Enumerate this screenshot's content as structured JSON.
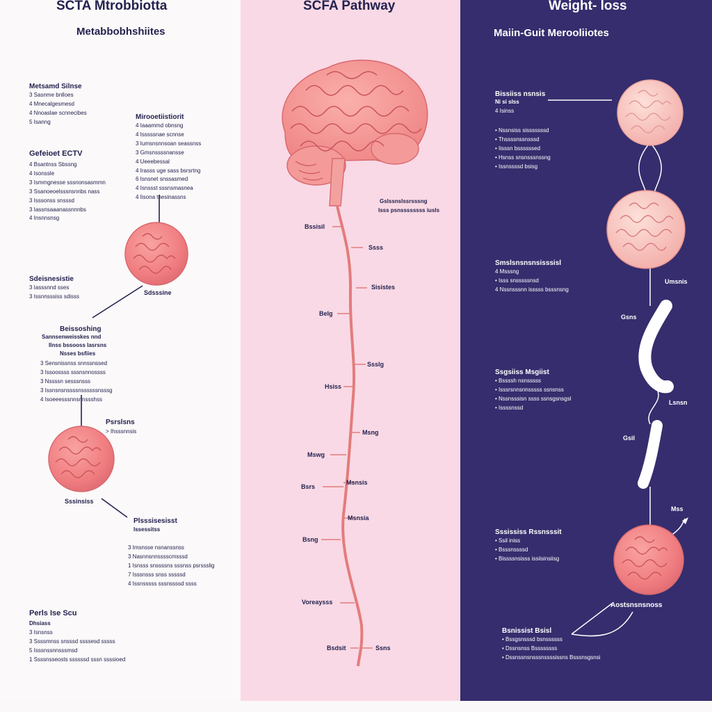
{
  "colors": {
    "left_bg": "#fbf9f9",
    "mid_bg": "#f9d9e5",
    "right_bg": "#352d6d",
    "organ": "#f07d80",
    "organ_light": "#f7b6b1",
    "ink": "#23224f",
    "line": "#e37c7c"
  },
  "left": {
    "title": "SCTA Mtrobbiotta",
    "subtitle": "Metabbobhshiites",
    "block1": {
      "heading": "Metsamd Silnse",
      "items": [
        "Sasnme bnlloes",
        "Mnecalgesmesd",
        "Nnoaslae scnnecibes",
        "Isanng"
      ]
    },
    "block2": {
      "heading": "Mirooetiistiorit",
      "items": [
        "Iaaammd obnsng",
        "Isssssnae scnnse",
        "Iumsnsnnsoan seassnss",
        "Gmsnssssnansse",
        "Ueeebessal",
        "Irasss uge sass bsrsrtng",
        "Isnsnet snssasmed",
        "Isnssst sssnsmasnea",
        "Iisona tnesinassns"
      ]
    },
    "block3": {
      "heading": "Gefeioet ECTV",
      "items": [
        "Bsantnss Sbssng",
        "Isonssle",
        "Ismmgnesse sssnonsasmmn",
        "Ssanoeoelsssnsnnbs nass",
        "Isssonss snsssd",
        "Iassnsaaanassnnnbs",
        "Insnnsnsg"
      ]
    },
    "organ1_label": "Sdsssine",
    "block4": {
      "heading": "Sdeisnesistie",
      "items": [
        "Iasssnnd sses",
        "Issnnsssiss sdisss"
      ]
    },
    "block5": {
      "heading": "Beissoshing",
      "line2": "Sannsenweisskes nnd",
      "line3": "Ilnss bssooss Iasrsns",
      "line4": "Nsses bsfiies",
      "items": [
        "Sensnissnss snnssnssed",
        "Issoossss sssnsnnossss",
        "Nssssn sesssnsss",
        "Issnsnsnssssnssssssnsssg",
        "Isoeeesssnnsnnssshss"
      ]
    },
    "block6": {
      "heading": "Psrslsns",
      "items": [
        "Ihsssnnsis"
      ]
    },
    "organ2_label": "Sssinsiss",
    "block7": {
      "heading": "Plsssisesisst",
      "line2": "Issessitss",
      "items": [
        "Imsnsse nsnanssnss",
        "Nasnnsnnsssscmsssd",
        "Isnsss snssssns sssnss psrssslig",
        "Isssnsss snss sssssd",
        "Issnsssss sssnssssd ssss"
      ]
    },
    "block8": {
      "heading": "Perls Ise Scu",
      "line2": "Dhsiass",
      "items": [
        "Isnsnss",
        "Ssssmnss snsssd ssssesd sssss",
        "Isssnssnnsssmsd",
        "Ssssnsseosts ssssssd sssn ssssioed"
      ]
    }
  },
  "mid": {
    "title": "SCFA Pathway",
    "annot": [
      "Gslssnslssrsssng",
      "Isss psnssssssss iusls"
    ],
    "left_labels": [
      "Bssisil",
      "Belg",
      "Hsiss",
      "Mswg",
      "Bsrs",
      "Bsng",
      "Voreaysss",
      "Bsdsit"
    ],
    "right_labels": [
      "Ssss",
      "Sisistes",
      "Ssslg",
      "Msng",
      "Msnsis",
      "Msnsia",
      "Ssns"
    ]
  },
  "right": {
    "title": "Weight- loss",
    "subtitle": "Maiin-Guit Merooliiotes",
    "block1": {
      "heading": "Bissiiss nsnsis",
      "line2": "Ni si slss",
      "items": [
        "Isinss",
        "Nssnsiss sisssssssd",
        "Thssssnssnsssd",
        "Iisssn bssssssed",
        "Hsnss snsnsssnssng",
        "Issnssssd bsisg"
      ]
    },
    "block2": {
      "heading": "Smslsnsnsnsisssisl",
      "items": [
        "Msssng",
        "Isss snsssssnsd",
        "Nssnsssnn isssss bsssnsng"
      ]
    },
    "lbl_umsnis": "Umsnis",
    "lbl_gsns": "Gsns",
    "block3": {
      "heading": "Ssgsiiss Msgiist",
      "items": [
        "Bssssh nsnsssss",
        "Isssrsnnsnnsssss ssnsnss",
        "Nssnsssisn ssss ssnsgsnsgsl",
        "Issssnssd"
      ]
    },
    "lbl_lsnsn": "Lsnsn",
    "lbl_gsil": "Gsil",
    "lbl_mss": "Mss",
    "block4": {
      "heading": "Sssississ Rssnsssit",
      "items": [
        "Ssil iniss",
        "Bsssnssssd",
        "Bissssnsisss issiisinsiisg"
      ]
    },
    "lbl_bottom": "Aostsnsnsnoss",
    "block5": {
      "heading": "Bsnissist Bsisl",
      "items": [
        "Bssgsnsssd bsnssssss",
        "Dssnsnss Bssssssss",
        "Dssnssnsnsssnssssissns Bsssnsgsnsi"
      ]
    }
  }
}
